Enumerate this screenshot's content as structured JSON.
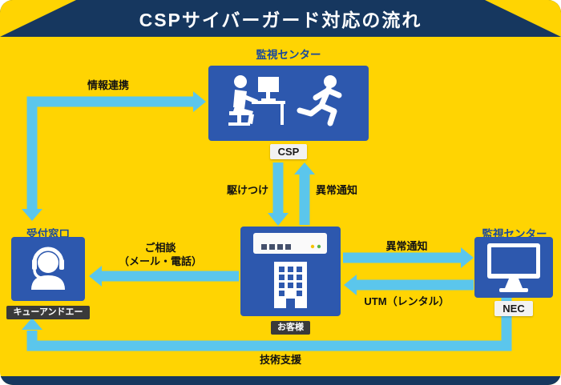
{
  "page": {
    "title": "CSPサイバーガード対応の流れ"
  },
  "colors": {
    "background": "#ffd402",
    "navy": "#16375f",
    "box_blue": "#2d58ae",
    "arrow": "#5bc6ec",
    "label_blue": "#17489e",
    "badge_dark": "#3a3a3a",
    "badge_dark_text": "#ffffff",
    "badge_light": "#f2f2f2",
    "badge_light_text": "#1a1a1a",
    "label_black": "#111111"
  },
  "nodes": {
    "monitoring_csp": {
      "label": "監視センター",
      "badge": "CSP"
    },
    "reception": {
      "label": "受付窓口",
      "badge": "キューアンドエー"
    },
    "customer": {
      "badge": "お客様"
    },
    "monitoring_nec": {
      "label": "監視センター",
      "badge": "NEC"
    }
  },
  "arrows": {
    "info_link": "情報連携",
    "dispatch": "駆けつけ",
    "alert_center": "異常通知",
    "alert_nec": "異常通知",
    "utm_rental": "UTM（レンタル）",
    "consult_line1": "ご相談",
    "consult_line2": "（メール・電話）",
    "tech_support": "技術支援"
  }
}
